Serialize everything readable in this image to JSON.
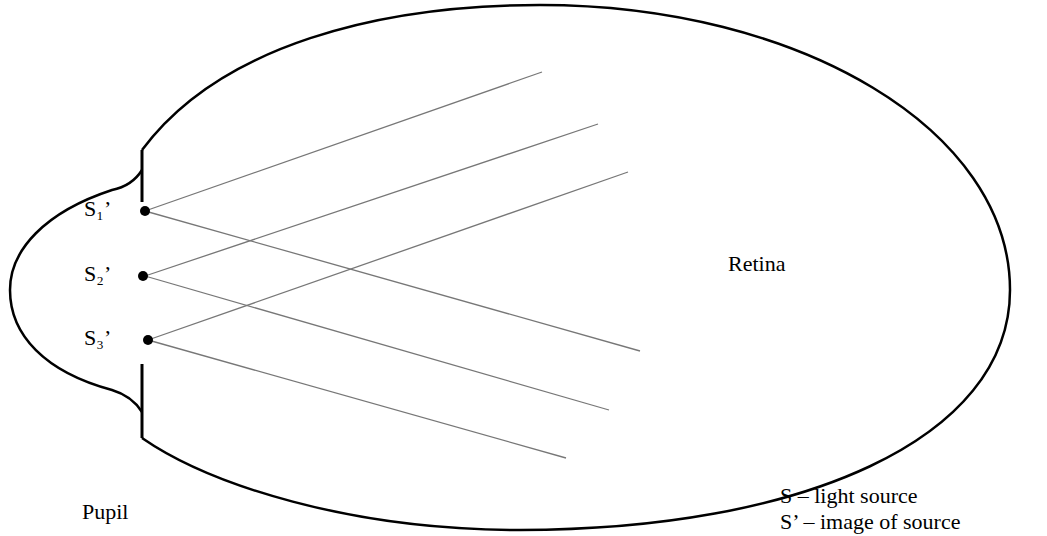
{
  "diagram": {
    "labels": [
      "S₁’",
      "S₂’",
      "S₃’",
      "Retina",
      "Pupil",
      "S – light source",
      "S’ – image of source"
    ]
  }
}
